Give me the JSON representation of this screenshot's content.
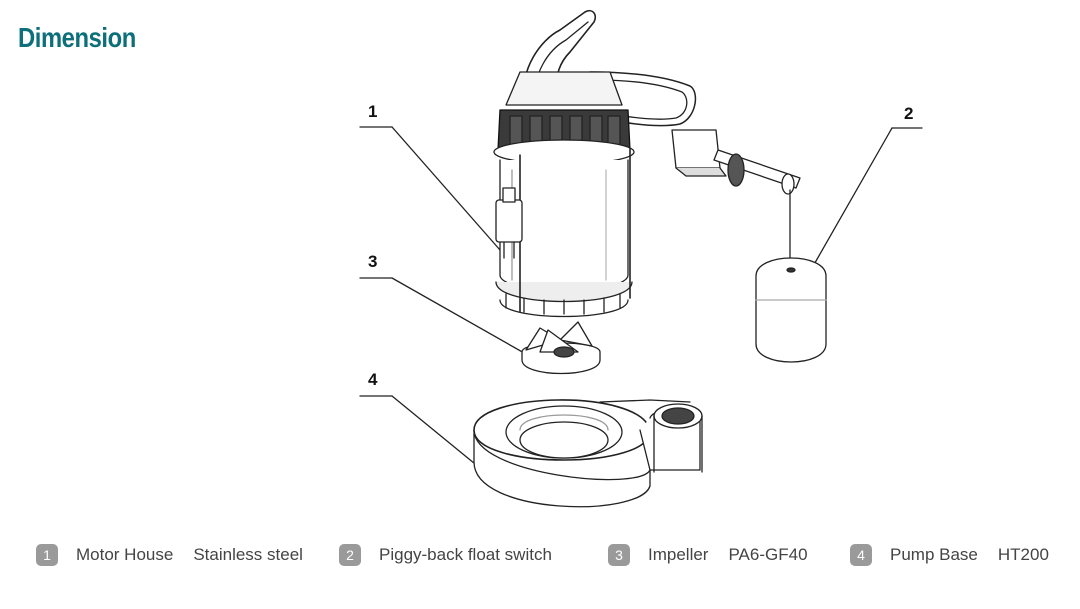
{
  "title": "Dimension",
  "callouts": {
    "c1": "1",
    "c2": "2",
    "c3": "3",
    "c4": "4"
  },
  "legend": [
    {
      "num": "1",
      "part": "Motor House",
      "material": "Stainless steel"
    },
    {
      "num": "2",
      "part": "Piggy-back float switch",
      "material": ""
    },
    {
      "num": "3",
      "part": "Impeller",
      "material": "PA6-GF40"
    },
    {
      "num": "4",
      "part": "Pump Base",
      "material": "HT200"
    }
  ],
  "colors": {
    "title": "#0d6f79",
    "badge": "#9a9a9a",
    "line": "#222222"
  }
}
